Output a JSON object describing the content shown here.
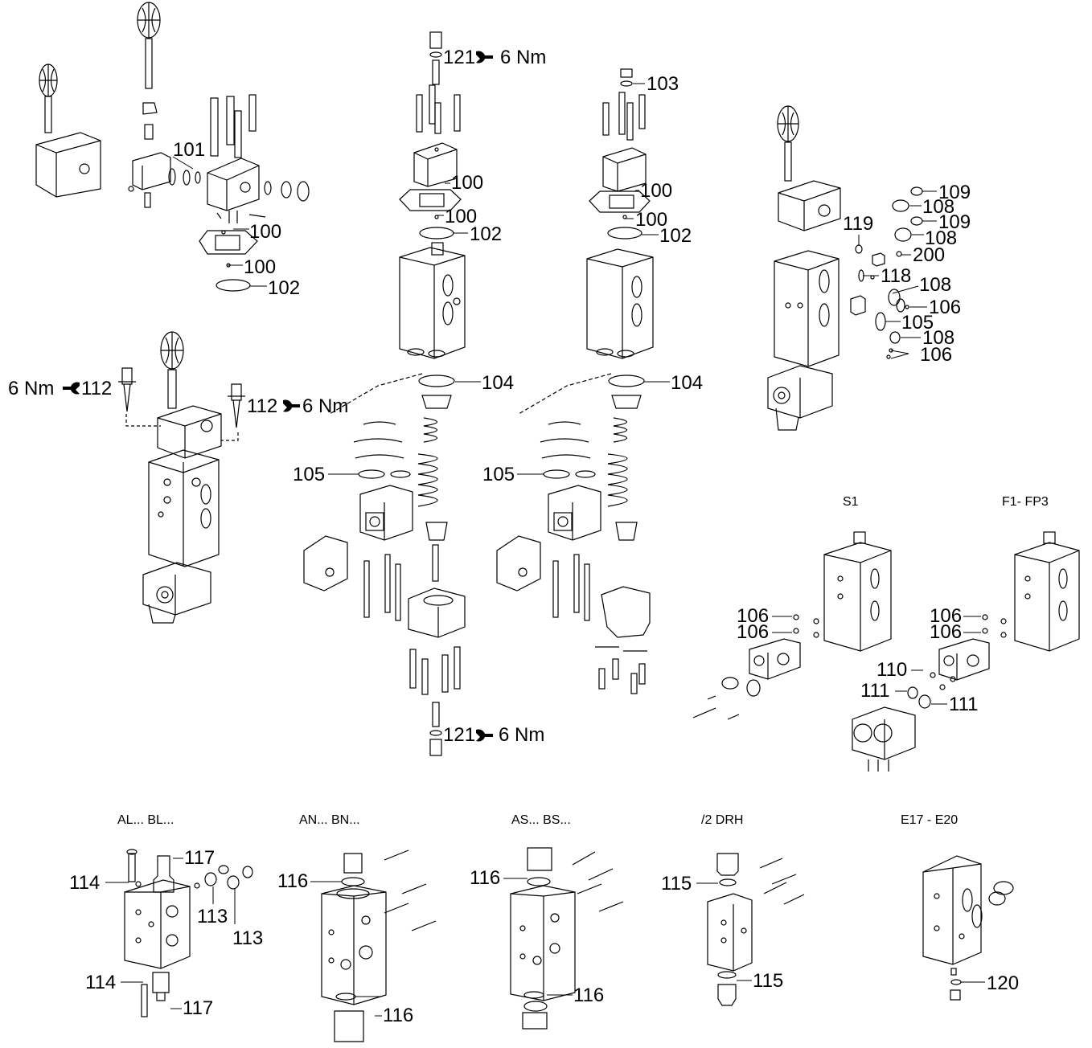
{
  "callouts": {
    "c101": "101",
    "c100a": "100",
    "c100b": "100",
    "c102a": "102",
    "c121top": "121",
    "c121top_torque": "6 Nm",
    "c100c": "100",
    "c100d": "100",
    "c102b": "102",
    "c103": "103",
    "c100e": "100",
    "c100f": "100",
    "c102c": "102",
    "c112left_torque": "6 Nm",
    "c112left": "112",
    "c112right": "112",
    "c112right_torque": "6 Nm",
    "c104a": "104",
    "c104b": "104",
    "c105a": "105",
    "c105b": "105",
    "c121bot": "121",
    "c121bot_torque": "6 Nm",
    "c109a": "109",
    "c108a": "108",
    "c109b": "109",
    "c108b": "108",
    "c200": "200",
    "c119": "119",
    "c118": "118",
    "c108c": "108",
    "c106a": "106",
    "c105c": "105",
    "c108d": "108",
    "c106b": "106",
    "c106c": "106",
    "c106d": "106",
    "c106e": "106",
    "c106f": "106",
    "c110": "110",
    "c111a": "111",
    "c111b": "111",
    "c117a": "117",
    "c114a": "114",
    "c113a": "113",
    "c113b": "113",
    "c114b": "114",
    "c117b": "117",
    "c116a": "116",
    "c116b": "116",
    "c116c": "116",
    "c116d": "116",
    "c115a": "115",
    "c115b": "115",
    "c120": "120"
  },
  "captions": {
    "s1": "S1",
    "f1fp3": "F1- FP3",
    "al_bl": "AL... BL...",
    "an_bn": "AN... BN...",
    "as_bs": "AS... BS...",
    "drh": "/2 DRH",
    "e17_e20": "E17 - E20"
  },
  "icons": [
    "handle-grip-icon",
    "wrench-icon",
    "valve-block-icon",
    "solenoid-coil-icon",
    "spring-icon",
    "o-ring-icon",
    "bolt-icon"
  ]
}
